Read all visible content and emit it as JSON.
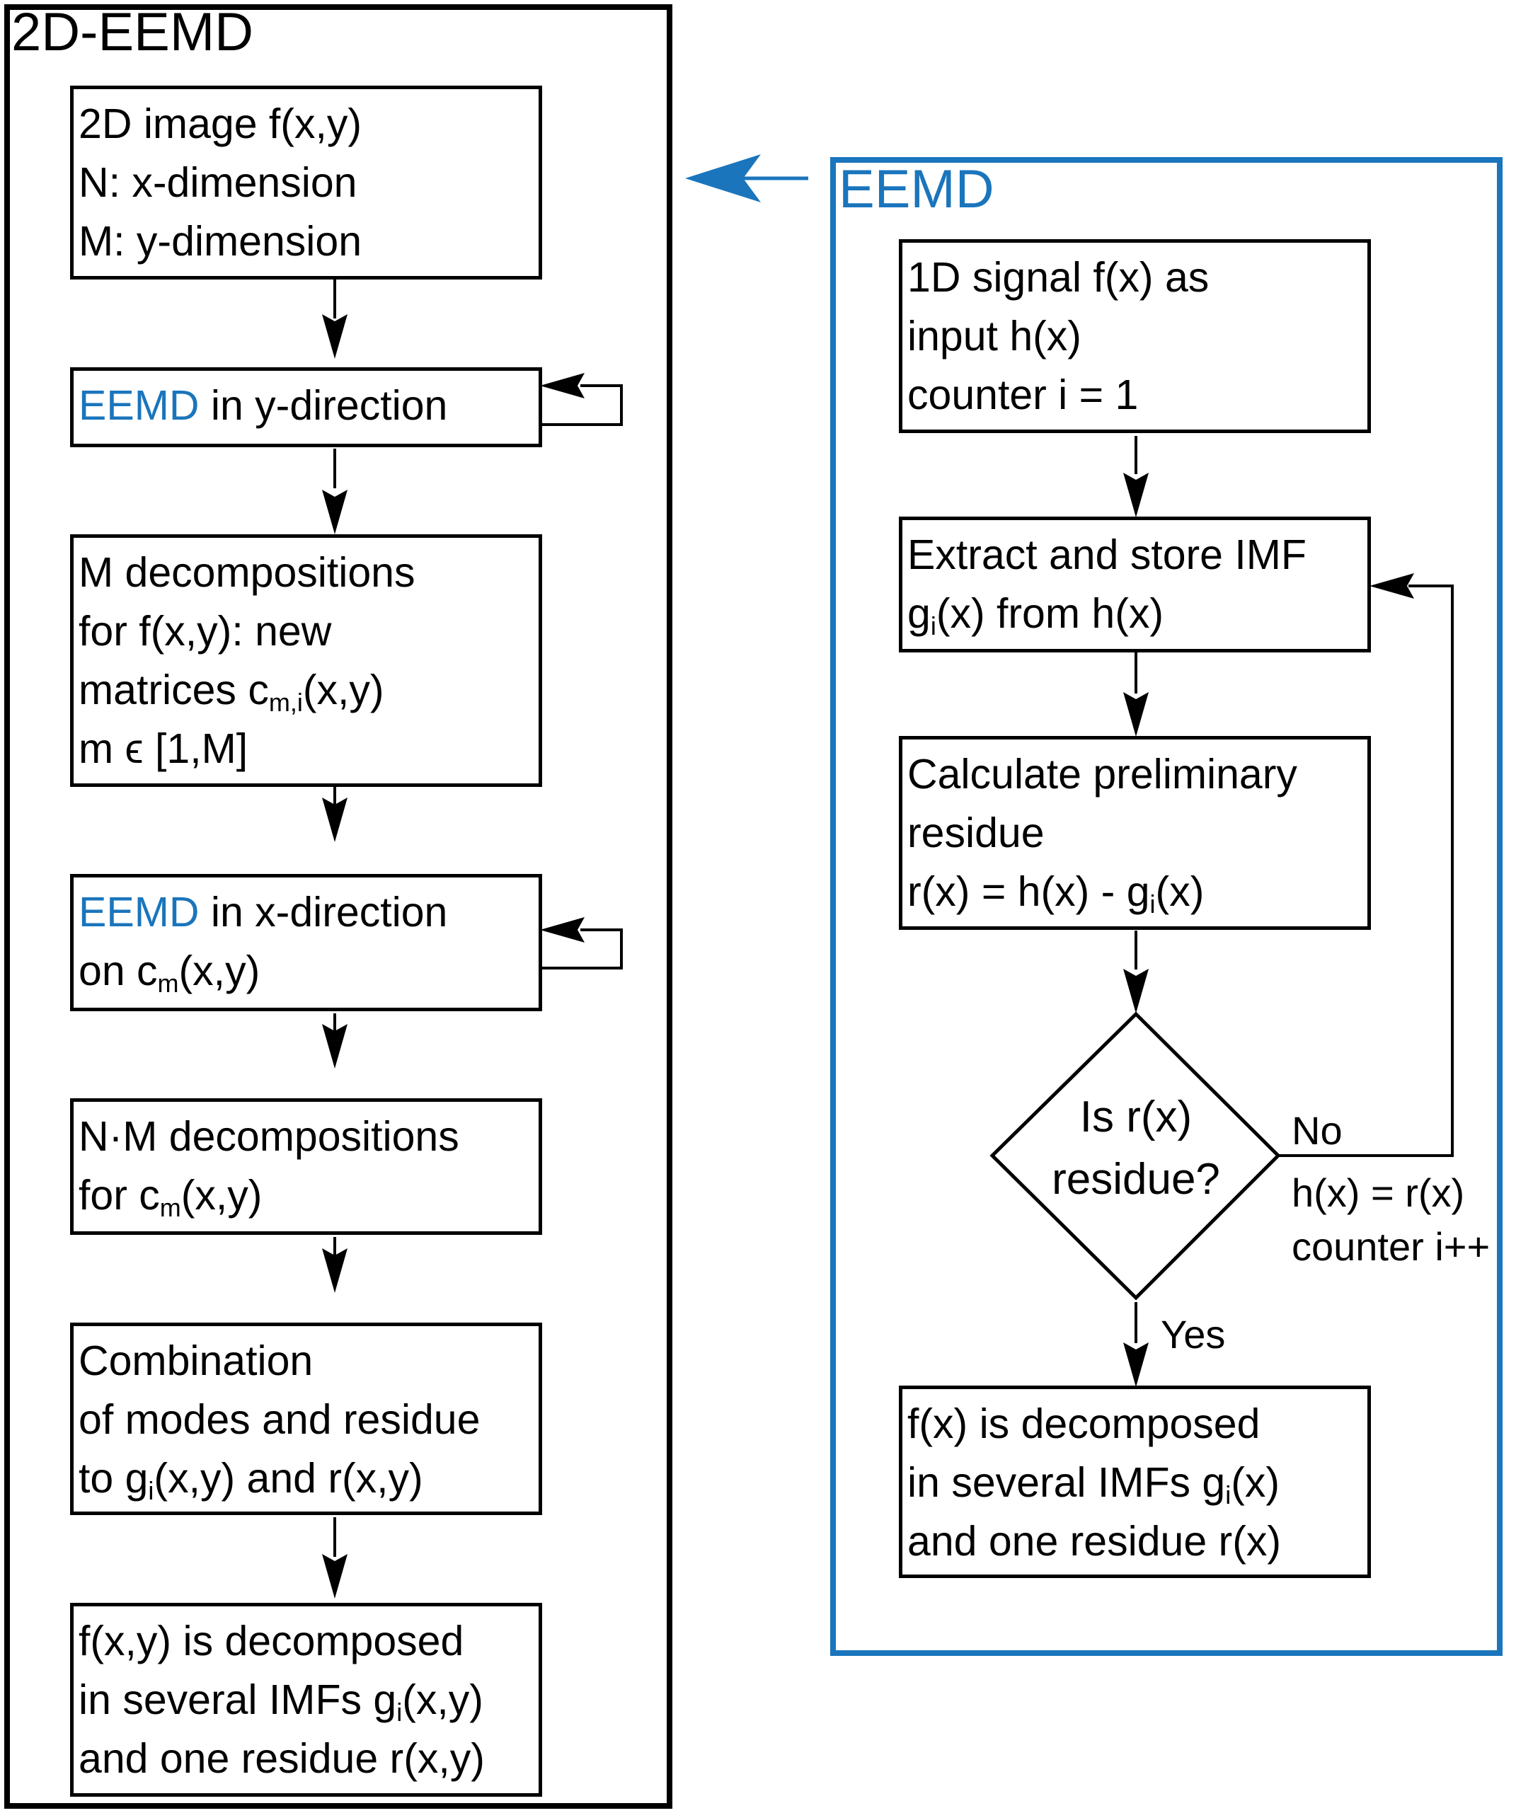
{
  "left_panel": {
    "title": "2D-EEMD",
    "boxes": {
      "input": [
        "2D image f(x,y)",
        "N: x-dimension",
        "M: y-dimension"
      ],
      "eemd_y": {
        "highlight": "EEMD",
        "rest": " in y-direction"
      },
      "m_decomp": {
        "l1": "M decompositions",
        "l2": "for f(x,y): new",
        "l3_pre": "matrices c",
        "l3_sub": "m,i",
        "l3_post": "(x,y)",
        "l4": "m ϵ [1,M]"
      },
      "eemd_x": {
        "highlight": "EEMD",
        "rest": " in x-direction",
        "l2_pre": "on c",
        "l2_sub": "m",
        "l2_post": "(x,y)"
      },
      "nm_decomp": {
        "l1": "N·M decompositions",
        "l2_pre": "for c",
        "l2_sub": "m",
        "l2_post": "(x,y)"
      },
      "combination": {
        "l1": "Combination",
        "l2": "of modes and residue",
        "l3_pre": "to g",
        "l3_sub": "i",
        "l3_post": "(x,y) and r(x,y)"
      },
      "result": {
        "l1": "f(x,y) is decomposed",
        "l2_pre": "in several IMFs g",
        "l2_sub": "i",
        "l2_post": "(x,y)",
        "l3": "and one residue r(x,y)"
      }
    }
  },
  "right_panel": {
    "title": "EEMD",
    "boxes": {
      "input": [
        "1D signal f(x) as",
        "input h(x)",
        "counter i = 1"
      ],
      "extract": {
        "l1": "Extract and store IMF",
        "l2_pre": "g",
        "l2_sub": "i",
        "l2_post": "(x) from h(x)"
      },
      "prelim": {
        "l1": "Calculate preliminary",
        "l2": "residue",
        "l3_pre": "r(x) = h(x) - g",
        "l3_sub": "i",
        "l3_post": "(x)"
      },
      "decision": [
        "Is r(x)",
        "residue?"
      ],
      "result": {
        "l1": "f(x) is decomposed",
        "l2_pre": "in several IMFs g",
        "l2_sub": "i",
        "l2_post": "(x)",
        "l3": "and one residue r(x)"
      }
    },
    "labels": {
      "no": "No",
      "yes": "Yes",
      "update_1": "h(x) = r(x)",
      "update_2": "counter i++"
    }
  },
  "colors": {
    "accent": "#1a75bc",
    "line": "#000000"
  }
}
